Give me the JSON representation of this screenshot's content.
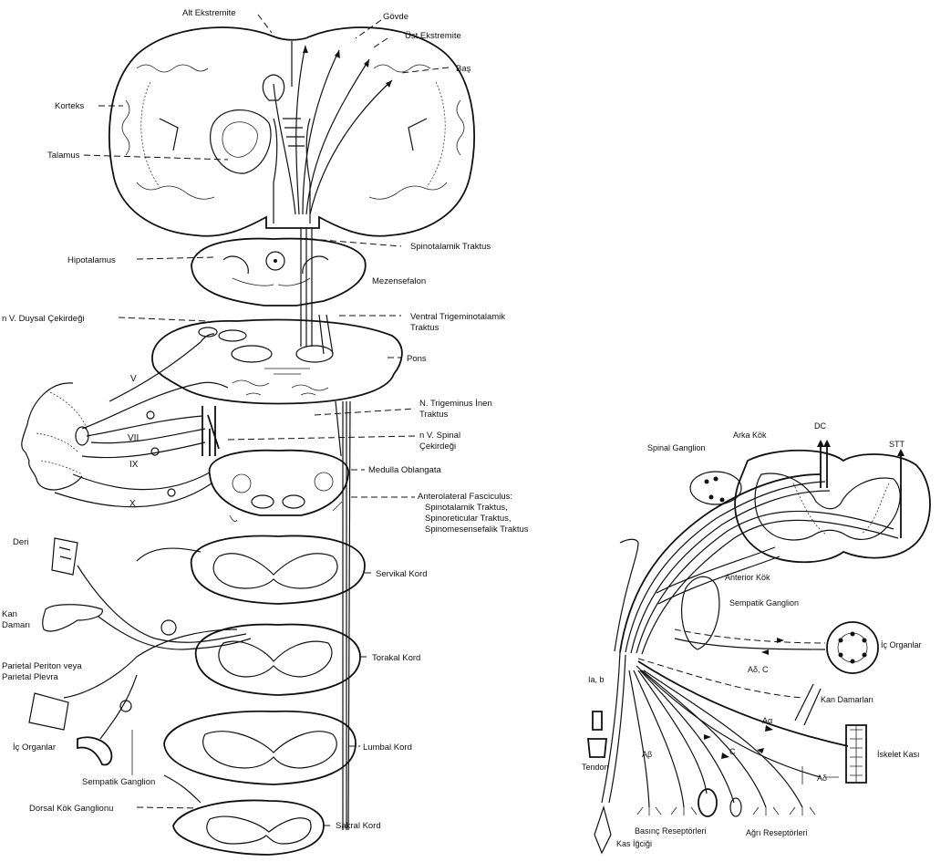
{
  "left_panel": {
    "brain": {
      "alt_ekstremite": "Alt Ekstremite",
      "govde": "Gövde",
      "ust_ekstremite": "Üst Ekstremite",
      "bas": "Baş",
      "korteks": "Korteks",
      "talamus": "Talamus",
      "hipotalamus": "Hipotalamus",
      "spinotalamik": "Spinotalamik Traktus"
    },
    "brainstem": {
      "mezensefalon": "Mezensefalon",
      "duyusal_nucleus": "n V. Duysal Çekirdeği",
      "ventral_trig_1": "Ventral Trigeminotalamik",
      "ventral_trig_2": "Traktus",
      "pons": "Pons",
      "trig_inen_1": "N. Trigeminus İnen",
      "trig_inen_2": "Traktus",
      "spinal_nuc_1": "n V. Spinal",
      "spinal_nuc_2": "Çekirdeği",
      "medulla": "Medulla Oblangata",
      "antero_1": "Anterolateral Fasciculus:",
      "antero_2": "Spinotalamik Traktus,",
      "antero_3": "Spinoreticular Traktus,",
      "antero_4": "Spinomesensefalik Traktus"
    },
    "cranial_nerves": {
      "v": "V",
      "vii": "VII",
      "ix": "IX",
      "x": "X"
    },
    "cord": {
      "servikal": "Servikal Kord",
      "torakal": "Torakal Kord",
      "lumbal": "Lumbal Kord",
      "sakral": "Sakral Kord"
    },
    "periphery": {
      "deri": "Deri",
      "kan_1": "Kan",
      "kan_2": "Damarı",
      "periton_1": "Parietal Periton veya",
      "periton_2": "Parietal Plevra",
      "ic_organlar": "İç Organlar",
      "sempatik": "Sempatik Ganglion",
      "dorsal_kok": "Dorsal Kök Ganglionu"
    }
  },
  "right_panel": {
    "spinal_ganglion": "Spinal Ganglion",
    "arka_kok": "Arka Kök",
    "dc": "DC",
    "stt": "STT",
    "anterior_kok": "Anterior Kök",
    "sempatik_ganglion": "Sempatik Ganglion",
    "ic_organlar": "İç Organlar",
    "ad_c": "Aδ, C",
    "ia_b": "Ia, b",
    "kan_damarlari": "Kan Damarları",
    "a_alpha": "Aα",
    "iskelet_kasi": "İskelet Kası",
    "tendon": "Tendon",
    "a_beta": "Aβ",
    "c_fiber": "C",
    "a_delta": "Aδ",
    "basinc": "Basınç Reseptörleri",
    "agri": "Ağrı Reseptörleri",
    "kas_igcigi": "Kas İğciği"
  }
}
